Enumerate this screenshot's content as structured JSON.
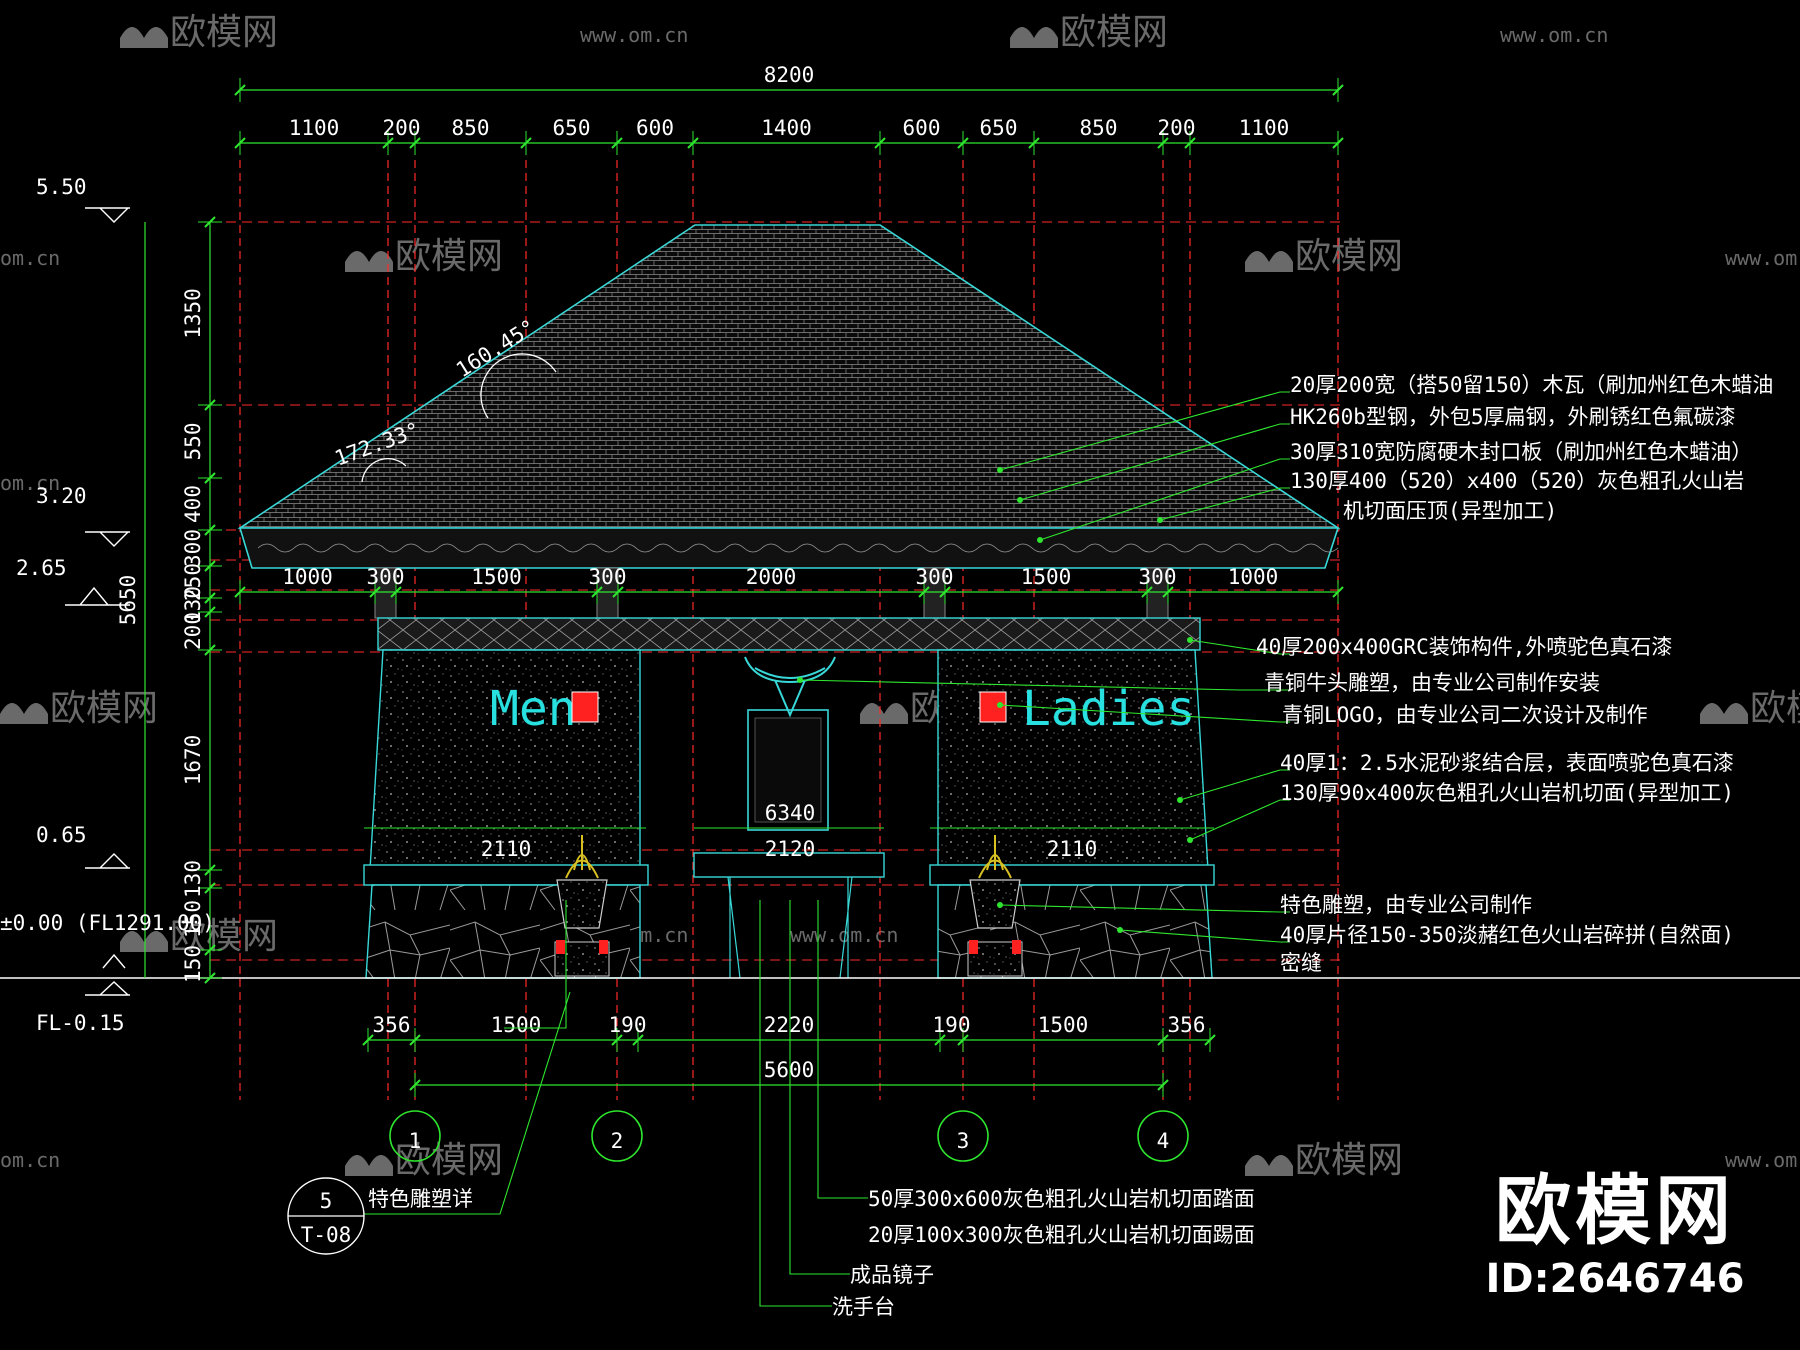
{
  "colors": {
    "background": "#000000",
    "roof_outline": "#38d8d8",
    "dim_line": "#2ee62e",
    "axis_line": "#ff2a2a",
    "sign_text": "#28e0e0",
    "sign_badge": "#ff2020",
    "text": "#ffffff",
    "watermark": "#6a6a6a"
  },
  "watermark": {
    "brand": "欧模网",
    "url": "www.om.cn",
    "url_short": "om.cn"
  },
  "corner_brand": {
    "name": "欧模网",
    "id": "ID:2646746"
  },
  "top_dims": {
    "total": "8200",
    "segments": [
      "1100",
      "200",
      "850",
      "650",
      "600",
      "1400",
      "600",
      "650",
      "850",
      "200",
      "1100"
    ]
  },
  "eave_dims": [
    "1000",
    "300",
    "1500",
    "300",
    "2000",
    "300",
    "1500",
    "300",
    "1000"
  ],
  "bottom_dims": {
    "row1": [
      "356",
      "1500",
      "190",
      "2220",
      "190",
      "1500",
      "356"
    ],
    "total": "5600"
  },
  "inner_dims": [
    "2110",
    "2120",
    "2110",
    "6340"
  ],
  "left_vertical": {
    "total": "5650",
    "segments": [
      "1350",
      "550",
      "400",
      "300",
      "250",
      "130",
      "200",
      "1670",
      "130",
      "150",
      "150"
    ]
  },
  "levels": [
    "5.50",
    "3.20",
    "2.65",
    "0.65",
    "±0.00 (FL1291.00)",
    "FL-0.15"
  ],
  "angles": [
    "160.45°",
    "172.33°"
  ],
  "signs": {
    "men": "Men",
    "ladies": "Ladies"
  },
  "axes": [
    "1",
    "2",
    "3",
    "4"
  ],
  "detail_ref": {
    "num": "5",
    "sheet": "T-08",
    "label": "特色雕塑详"
  },
  "notes_right": [
    "20厚200宽（搭50留150）木瓦（刷加州红色木蜡油",
    "HK260b型钢，外包5厚扁钢，外刷锈红色氟碳漆",
    "30厚310宽防腐硬木封口板（刷加州红色木蜡油）",
    "130厚400（520）x400（520）灰色粗孔火山岩",
    "机切面压顶(异型加工)",
    "40厚200x400GRC装饰构件,外喷驼色真石漆",
    "青铜牛头雕塑，由专业公司制作安装",
    "青铜LOGO，由专业公司二次设计及制作",
    "40厚1：2.5水泥砂浆结合层，表面喷驼色真石漆",
    "130厚90x400灰色粗孔火山岩机切面(异型加工)",
    "特色雕塑，由专业公司制作",
    "40厚片径150-350淡赭红色火山岩碎拼(自然面)",
    "密缝"
  ],
  "notes_bottom": [
    "50厚300x600灰色粗孔火山岩机切面踏面",
    "20厚100x300灰色粗孔火山岩机切面踢面",
    "成品镜子",
    "洗手台"
  ]
}
